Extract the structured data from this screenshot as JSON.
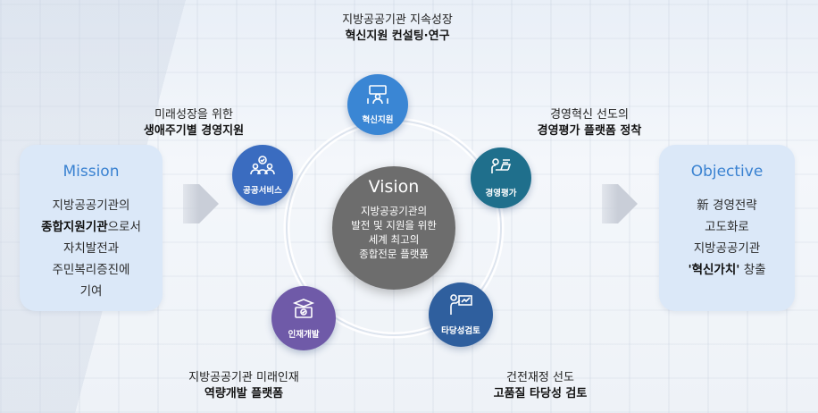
{
  "mission": {
    "title": "Mission",
    "lines": [
      "지방공공기관의",
      "종합지원기관으로서",
      "자치발전과",
      "주민복리증진에",
      "기여"
    ],
    "bold_part": "종합지원기관",
    "bold_rest": "으로서"
  },
  "objective": {
    "title": "Objective",
    "line1": "新 경영전략",
    "line2": "고도화로",
    "line3": "지방공공기관",
    "line4_bold": "'혁신가치'",
    "line4_rest": " 창출"
  },
  "vision": {
    "title": "Vision",
    "lines": [
      "지방공공기관의",
      "발전 및 지원을 위한",
      "세계 최고의",
      "종합전문 플랫폼"
    ]
  },
  "nodes": {
    "innovation": {
      "label": "혁신지원",
      "cap1": "지방공공기관 지속성장",
      "cap2": "혁신지원 컨설팅·연구",
      "icon": "meeting-icon"
    },
    "evaluation": {
      "label": "경영평가",
      "cap1": "경영혁신 선도의",
      "cap2": "경영평가 플랫폼 정착",
      "icon": "laptop-user-icon"
    },
    "feasibility": {
      "label": "타당성검토",
      "cap1": "건전재정 선도",
      "cap2": "고품질 타당성 검토",
      "icon": "presentation-icon"
    },
    "talent": {
      "label": "인재개발",
      "cap1": "지방공공기관 미래인재",
      "cap2": "역량개발 플랫폼",
      "icon": "graduation-icon"
    },
    "public": {
      "label": "공공서비스",
      "cap1": "미래성장을 위한",
      "cap2": "생애주기별 경영지원",
      "icon": "people-check-icon"
    }
  },
  "colors": {
    "innovation": "#3a86d4",
    "evaluation": "#1f6f8c",
    "feasibility": "#2f5f9e",
    "talent": "#6f5aa8",
    "public": "#3a6cc0",
    "vision": "#6d6d6d",
    "accent": "#3a82d1"
  }
}
